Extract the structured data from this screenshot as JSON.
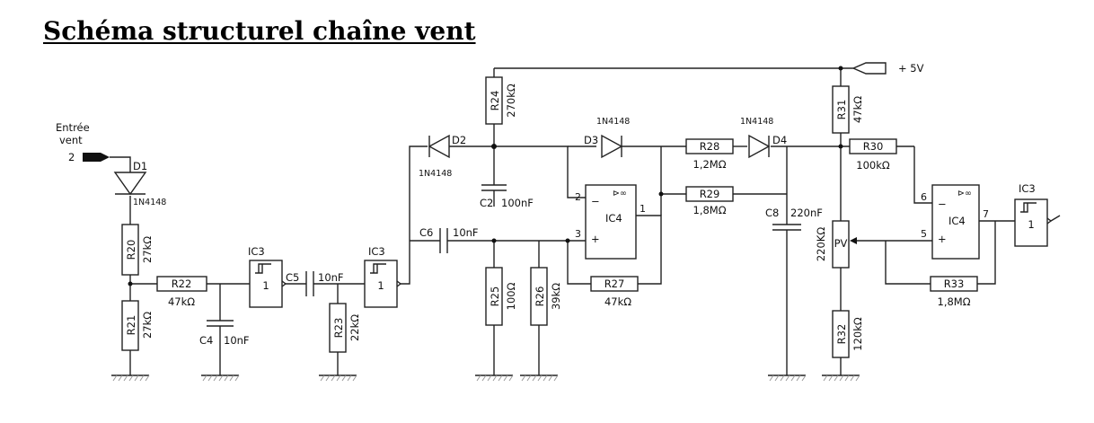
{
  "title": "Schéma structurel chaîne vent",
  "input": {
    "label_1": "Entrée",
    "label_2": "vent",
    "pin": "2"
  },
  "supply": {
    "label": "+ 5V"
  },
  "components": {
    "D1": {
      "ref": "D1",
      "part": "1N4148"
    },
    "D2": {
      "ref": "D2",
      "part": "1N4148"
    },
    "D3": {
      "ref": "D3",
      "part": "1N4148"
    },
    "D4": {
      "ref": "D4",
      "part": "1N4148"
    },
    "R20": {
      "ref": "R20",
      "value": "27kΩ"
    },
    "R21": {
      "ref": "R21",
      "value": "27kΩ"
    },
    "R22": {
      "ref": "R22",
      "value": "47kΩ"
    },
    "R23": {
      "ref": "R23",
      "value": "22kΩ"
    },
    "R24": {
      "ref": "R24",
      "value": "270kΩ"
    },
    "R25": {
      "ref": "R25",
      "value": "100Ω"
    },
    "R26": {
      "ref": "R26",
      "value": "39kΩ"
    },
    "R27": {
      "ref": "R27",
      "value": "47kΩ"
    },
    "R28": {
      "ref": "R28",
      "value": "1,2MΩ"
    },
    "R29": {
      "ref": "R29",
      "value": "1,8MΩ"
    },
    "R30": {
      "ref": "R30",
      "value": "100kΩ"
    },
    "R31": {
      "ref": "R31",
      "value": "47kΩ"
    },
    "R32": {
      "ref": "R32",
      "value": "120kΩ"
    },
    "R33": {
      "ref": "R33",
      "value": "1,8MΩ"
    },
    "C2": {
      "ref": "C2",
      "value": "100nF"
    },
    "C4": {
      "ref": "C4",
      "value": "10nF"
    },
    "C5": {
      "ref": "C5",
      "value": "10nF"
    },
    "C6": {
      "ref": "C6",
      "value": "10nF"
    },
    "C8": {
      "ref": "C8",
      "value": "220nF"
    },
    "PV": {
      "ref": "PV",
      "value": "220KΩ"
    }
  },
  "ics": {
    "schmitt_1": {
      "ref": "IC3",
      "gate": "1"
    },
    "schmitt_2": {
      "ref": "IC3",
      "gate": "1"
    },
    "schmitt_3": {
      "ref": "IC3",
      "gate": "1"
    },
    "opamp_1": {
      "ref": "IC4",
      "minus_pin": "2",
      "plus_pin": "3",
      "out_pin": "1",
      "minus": "−",
      "plus": "+",
      "symbol": "⊳∞"
    },
    "opamp_2": {
      "ref": "IC4",
      "minus_pin": "6",
      "plus_pin": "5",
      "out_pin": "7",
      "minus": "−",
      "plus": "+",
      "symbol": "⊳∞"
    }
  }
}
